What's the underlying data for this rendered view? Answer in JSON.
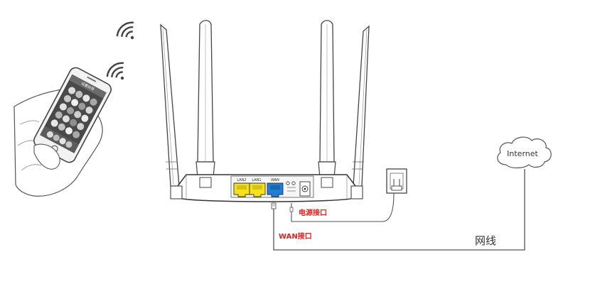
{
  "router": {
    "ports": [
      "LAN2",
      "LAN1",
      "WAN"
    ]
  },
  "phone": {
    "screen_title": "设置向导"
  },
  "labels": {
    "power_port": "电源接口",
    "wan_port": "WAN接口",
    "internet": "Internet",
    "network_cable": "网线"
  },
  "colors": {
    "lan_port": "#f5e21b",
    "wan_port": "#1f7fd6",
    "callout": "#e0231c",
    "line": "#555555"
  },
  "icons": [
    "wifi-signal-icon",
    "wifi-signal-icon",
    "power-adapter-icon",
    "internet-cloud-icon"
  ]
}
